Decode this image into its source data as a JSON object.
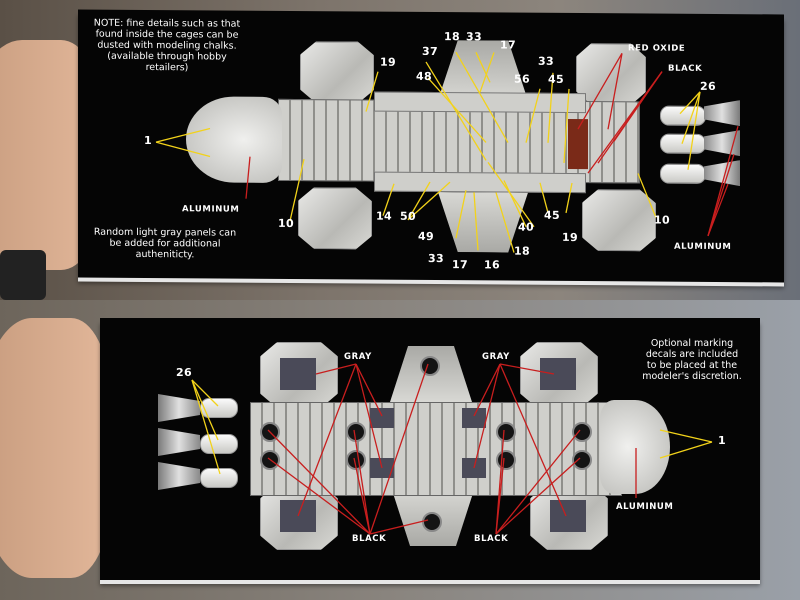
{
  "top_card": {
    "note_fine_details": "NOTE: fine details such as that found inside the cages can be dusted with modeling chalks. (available through hobby retailers)",
    "note_panels": "Random light gray panels can be added for additional autheniticty.",
    "labels": {
      "l1": "1",
      "l10a": "10",
      "l10b": "10",
      "l14": "14",
      "l16": "16",
      "l17a": "17",
      "l17b": "17",
      "l18a": "18",
      "l18b": "18",
      "l19a": "19",
      "l19b": "19",
      "l26": "26",
      "l33a": "33",
      "l33b": "33",
      "l33c": "33",
      "l37": "37",
      "l40": "40",
      "l45a": "45",
      "l45b": "45",
      "l48": "48",
      "l49": "49",
      "l50": "50",
      "l56": "56"
    },
    "words": {
      "aluminum_left": "ALUMINUM",
      "aluminum_right": "ALUMINUM",
      "red_oxide": "RED OXIDE",
      "black": "BLACK"
    }
  },
  "bottom_card": {
    "note_decals": "Optional marking decals are included to be placed at the modeler's discretion.",
    "labels": {
      "l26": "26",
      "l1": "1"
    },
    "words": {
      "gray_left": "GRAY",
      "gray_right": "GRAY",
      "black_left": "BLACK",
      "black_right": "BLACK",
      "aluminum": "ALUMINUM"
    }
  },
  "colors": {
    "card_bg": "#050505",
    "callout_yellow": "#f2d21a",
    "callout_red": "#c81e1e",
    "text": "#ffffff"
  }
}
